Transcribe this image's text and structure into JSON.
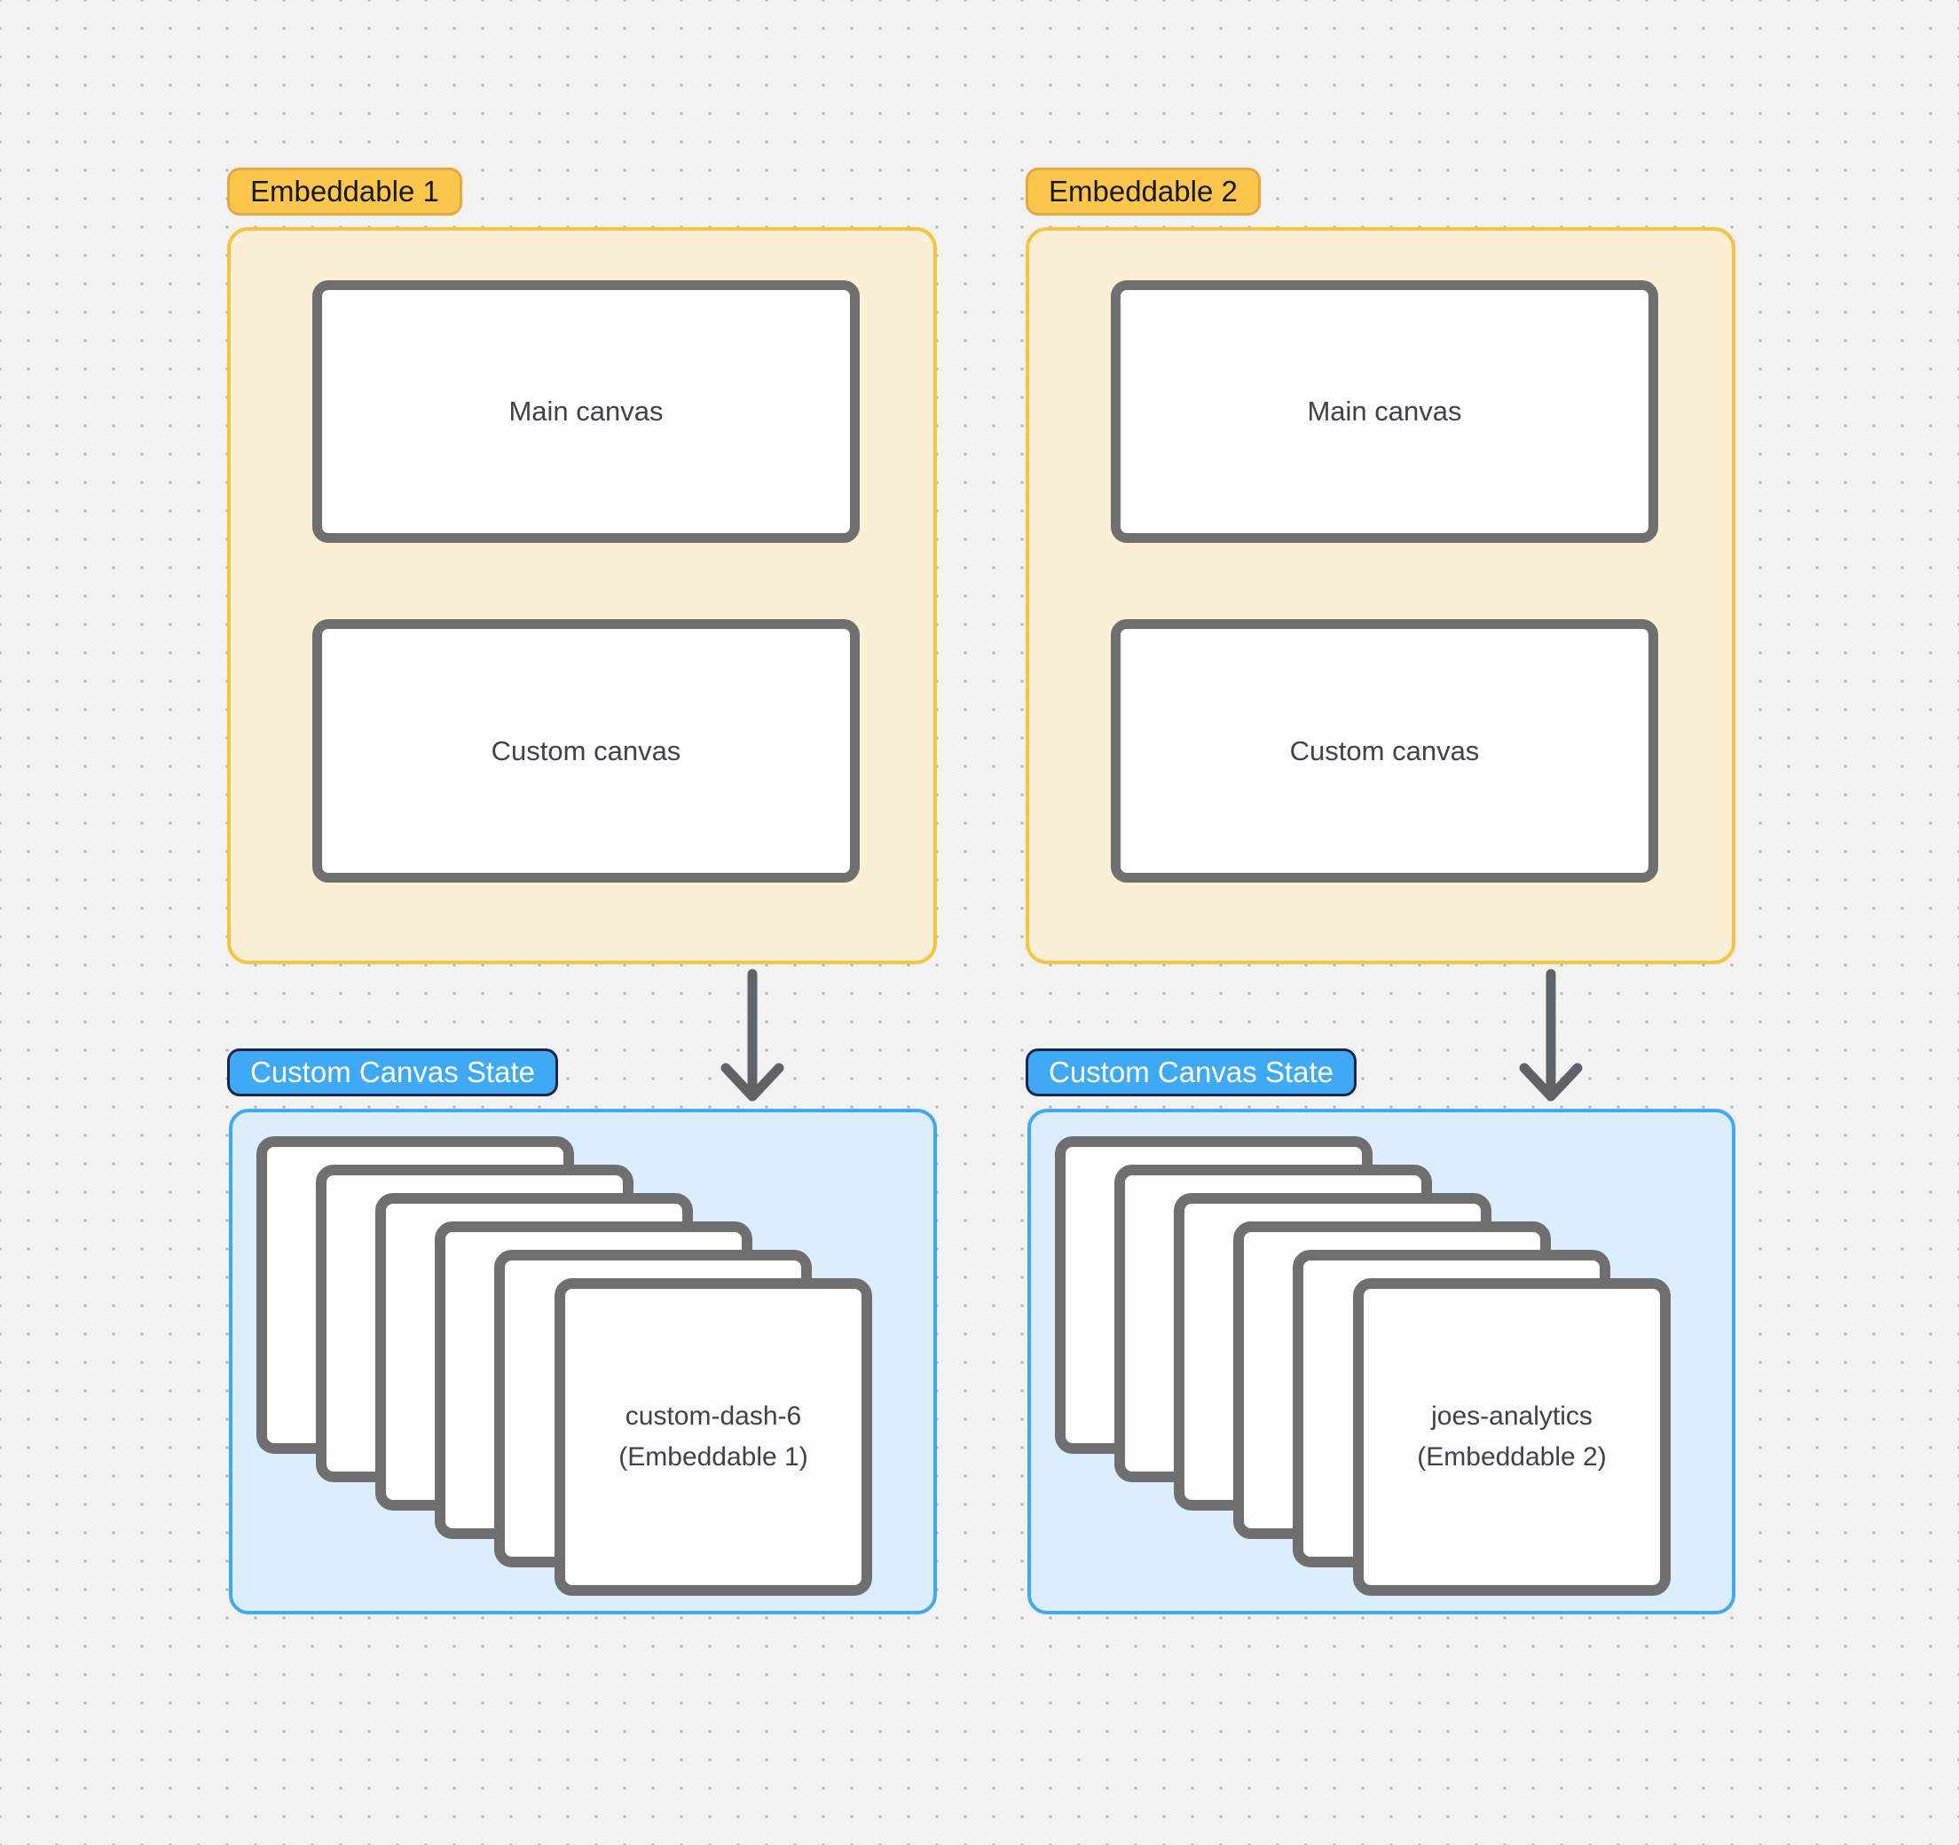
{
  "diagram": {
    "columns": [
      {
        "embeddable_label": "Embeddable 1",
        "canvas_boxes": [
          "Main canvas",
          "Custom canvas"
        ],
        "state_label": "Custom Canvas State",
        "card_stack": {
          "count": 6,
          "front_line1": "custom-dash-6",
          "front_line2": "(Embeddable 1)"
        }
      },
      {
        "embeddable_label": "Embeddable 2",
        "canvas_boxes": [
          "Main canvas",
          "Custom canvas"
        ],
        "state_label": "Custom Canvas State",
        "card_stack": {
          "count": 6,
          "front_line1": "joes-analytics",
          "front_line2": "(Embeddable 2)"
        }
      }
    ],
    "colors": {
      "background": "#F2F2F3",
      "grid_dot": "#B9B9BB",
      "yellow_label_fill": "#FBC74B",
      "yellow_label_border": "#E9A63D",
      "yellow_container_fill": "#FAF0D6",
      "yellow_container_border": "#F8C43D",
      "blue_label_fill": "#3EA9F5",
      "blue_label_border": "#1E2447",
      "blue_container_fill": "#DCEDFC",
      "blue_container_border": "#3EA9F5",
      "shape_border": "#6F6F6F",
      "arrow": "#5F6368",
      "text_dark": "#3D4348",
      "label_text_dark": "#16181C",
      "label_text_light": "#FFFFFF"
    }
  }
}
